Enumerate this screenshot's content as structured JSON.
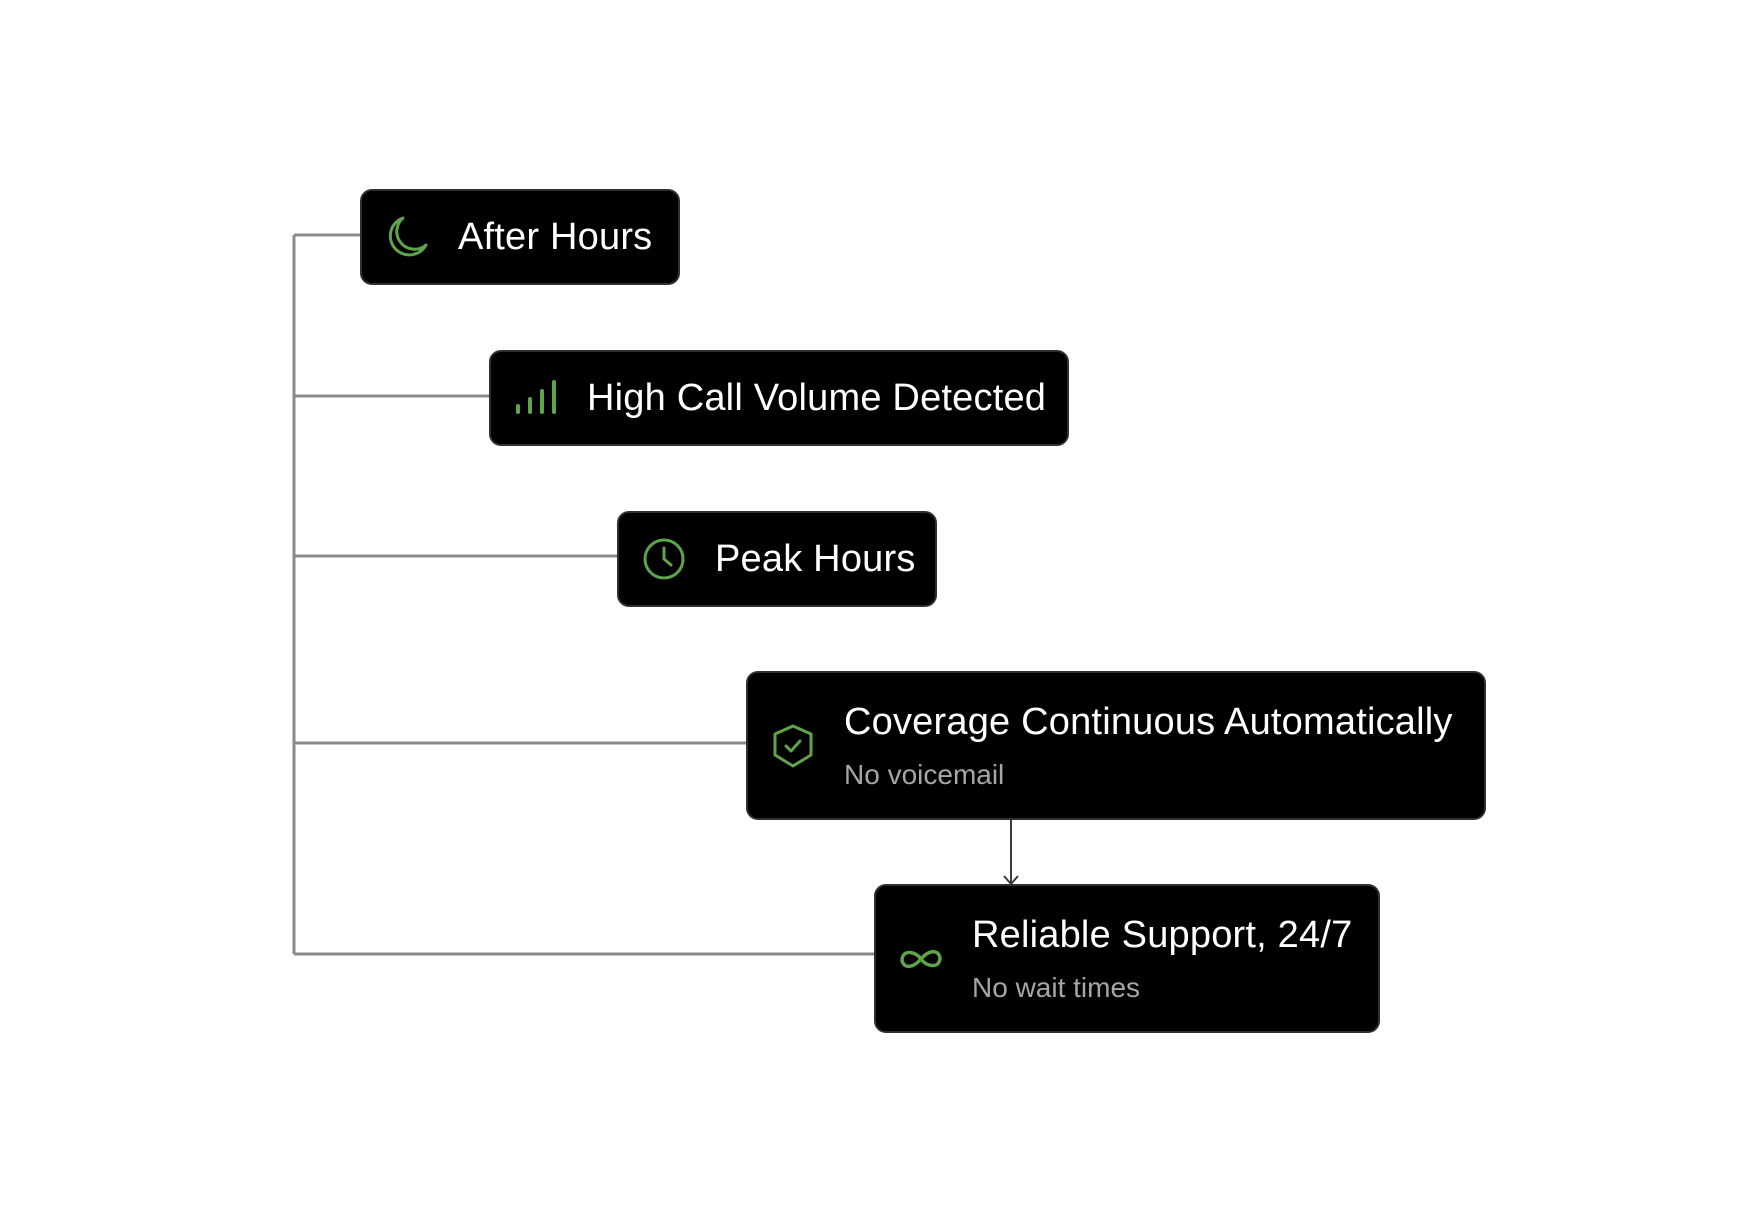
{
  "diagram": {
    "nodes": [
      {
        "id": "after-hours",
        "icon": "moon-icon",
        "title": "After Hours",
        "subtitle": ""
      },
      {
        "id": "high-call-volume",
        "icon": "signal-bars-icon",
        "title": "High Call Volume Detected",
        "subtitle": ""
      },
      {
        "id": "peak-hours",
        "icon": "clock-icon",
        "title": "Peak Hours",
        "subtitle": ""
      },
      {
        "id": "coverage",
        "icon": "shield-check-icon",
        "title": "Coverage Continuous Automatically",
        "subtitle": "No voicemail"
      },
      {
        "id": "reliable",
        "icon": "infinity-icon",
        "title": "Reliable Support, 24/7",
        "subtitle": "No wait times"
      }
    ],
    "edges": [
      {
        "from": "after-hours",
        "to": "reliable",
        "type": "bracket"
      },
      {
        "from": "high-call-volume",
        "to": "reliable",
        "type": "bracket"
      },
      {
        "from": "peak-hours",
        "to": "reliable",
        "type": "bracket"
      },
      {
        "from": "coverage",
        "to": "reliable",
        "type": "arrow"
      }
    ]
  },
  "colors": {
    "node_background": "#000000",
    "node_border": "#2f2f2f",
    "title_text": "#ffffff",
    "subtitle_text": "#a6a6a6",
    "icon_accent": "#5fa34a",
    "connector_line": "#8a8a8a",
    "arrow_line": "#3a3a3a",
    "page_background": "#ffffff"
  }
}
